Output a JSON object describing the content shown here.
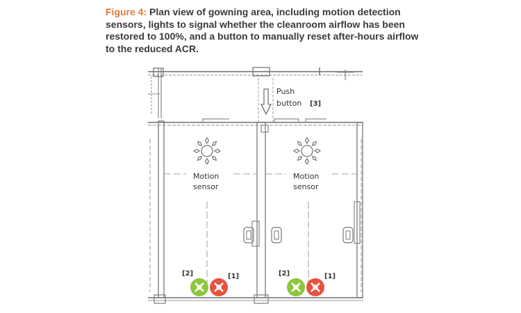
{
  "caption": {
    "figure_label": "Figure 4:",
    "text": "Plan view of gowning area, including motion detection sensors, lights to signal whether the cleanroom airflow has been restored to 100%, and a button to manually reset after-hours airflow to the reduced ACR."
  },
  "push_button": {
    "line1": "Push",
    "line2": "button",
    "tag": "[3]"
  },
  "rooms": [
    {
      "sensor_line1": "Motion",
      "sensor_line2": "sensor",
      "tag_green": "[2]",
      "tag_red": "[1]"
    },
    {
      "sensor_line1": "Motion",
      "sensor_line2": "sensor",
      "tag_green": "[2]",
      "tag_red": "[1]"
    }
  ],
  "colors": {
    "caption_accent": "#e07b39",
    "caption_text": "#3a3a3a",
    "light_green": "#8cc63e",
    "light_red": "#e8533f",
    "wall": "#6f6f6f"
  }
}
